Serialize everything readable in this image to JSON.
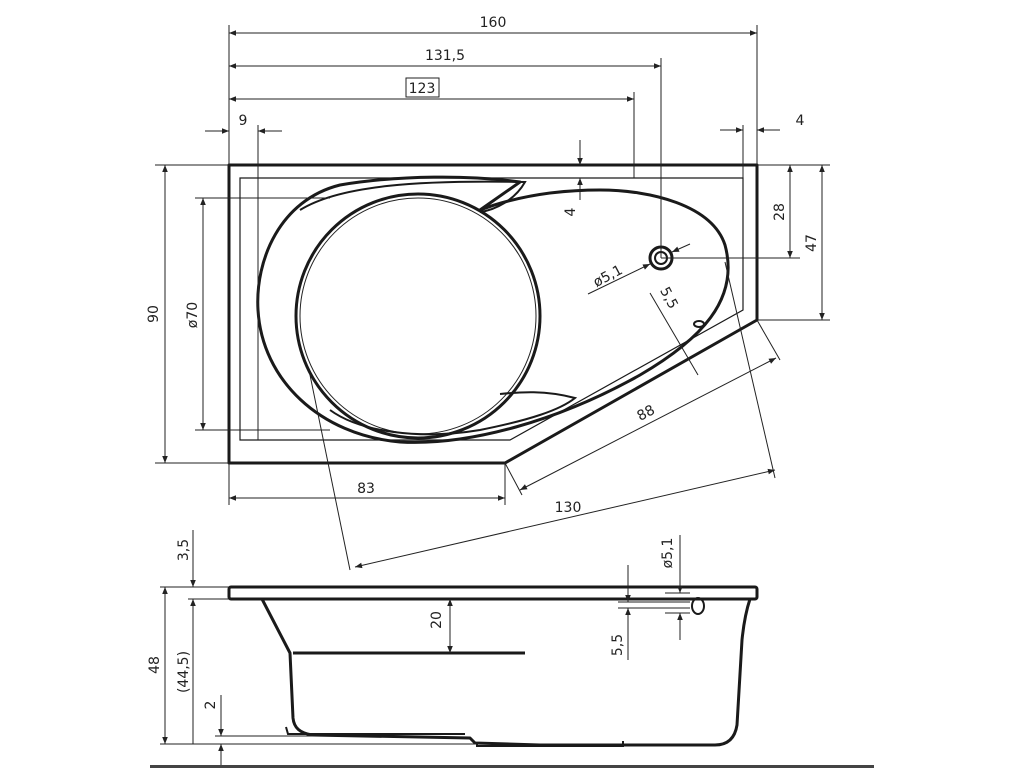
{
  "top_view": {
    "dimensions": {
      "overall_length": "160",
      "drain_position": "131,5",
      "inner_length": "123",
      "rim_left": "9",
      "rim_right": "4",
      "rim_top": "4",
      "drain_from_top": "28",
      "right_side": "47",
      "overall_width": "90",
      "basin_diameter": "ø70",
      "bottom_edge": "83",
      "angled_inner": "88",
      "angled_outer": "130",
      "drain_diameter": "ø5,1",
      "drain_offset": "5,5"
    }
  },
  "side_view": {
    "dimensions": {
      "rim_thickness": "3,5",
      "overall_height": "48",
      "inner_height": "(44,5)",
      "step_depth": "20",
      "drain_offset": "5,5",
      "drain_diameter": "ø5,1",
      "base_height": "2"
    }
  }
}
